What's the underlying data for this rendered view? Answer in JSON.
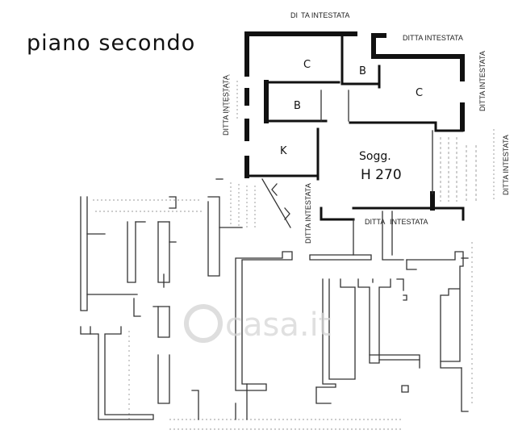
{
  "title": "piano secondo",
  "rooms": {
    "c_left": "C",
    "b_top": "B",
    "c_right": "C",
    "b_mid": "B",
    "k": "K",
    "sogg": "Sogg.",
    "height": "H 270"
  },
  "labels": {
    "top": "TA INTESTATA",
    "top_prefix": "DI",
    "top_right": "DITTA INTESTATA",
    "right_1": "DITTA INTESTATA",
    "right_2": "DITTA INTESTATA",
    "left": "DITTA INTESTATA",
    "inner_vertical": "DITTA INTESTATA",
    "bottom_1": "DITTA",
    "bottom_2": "INTESTATA"
  },
  "watermark": "casa.it"
}
